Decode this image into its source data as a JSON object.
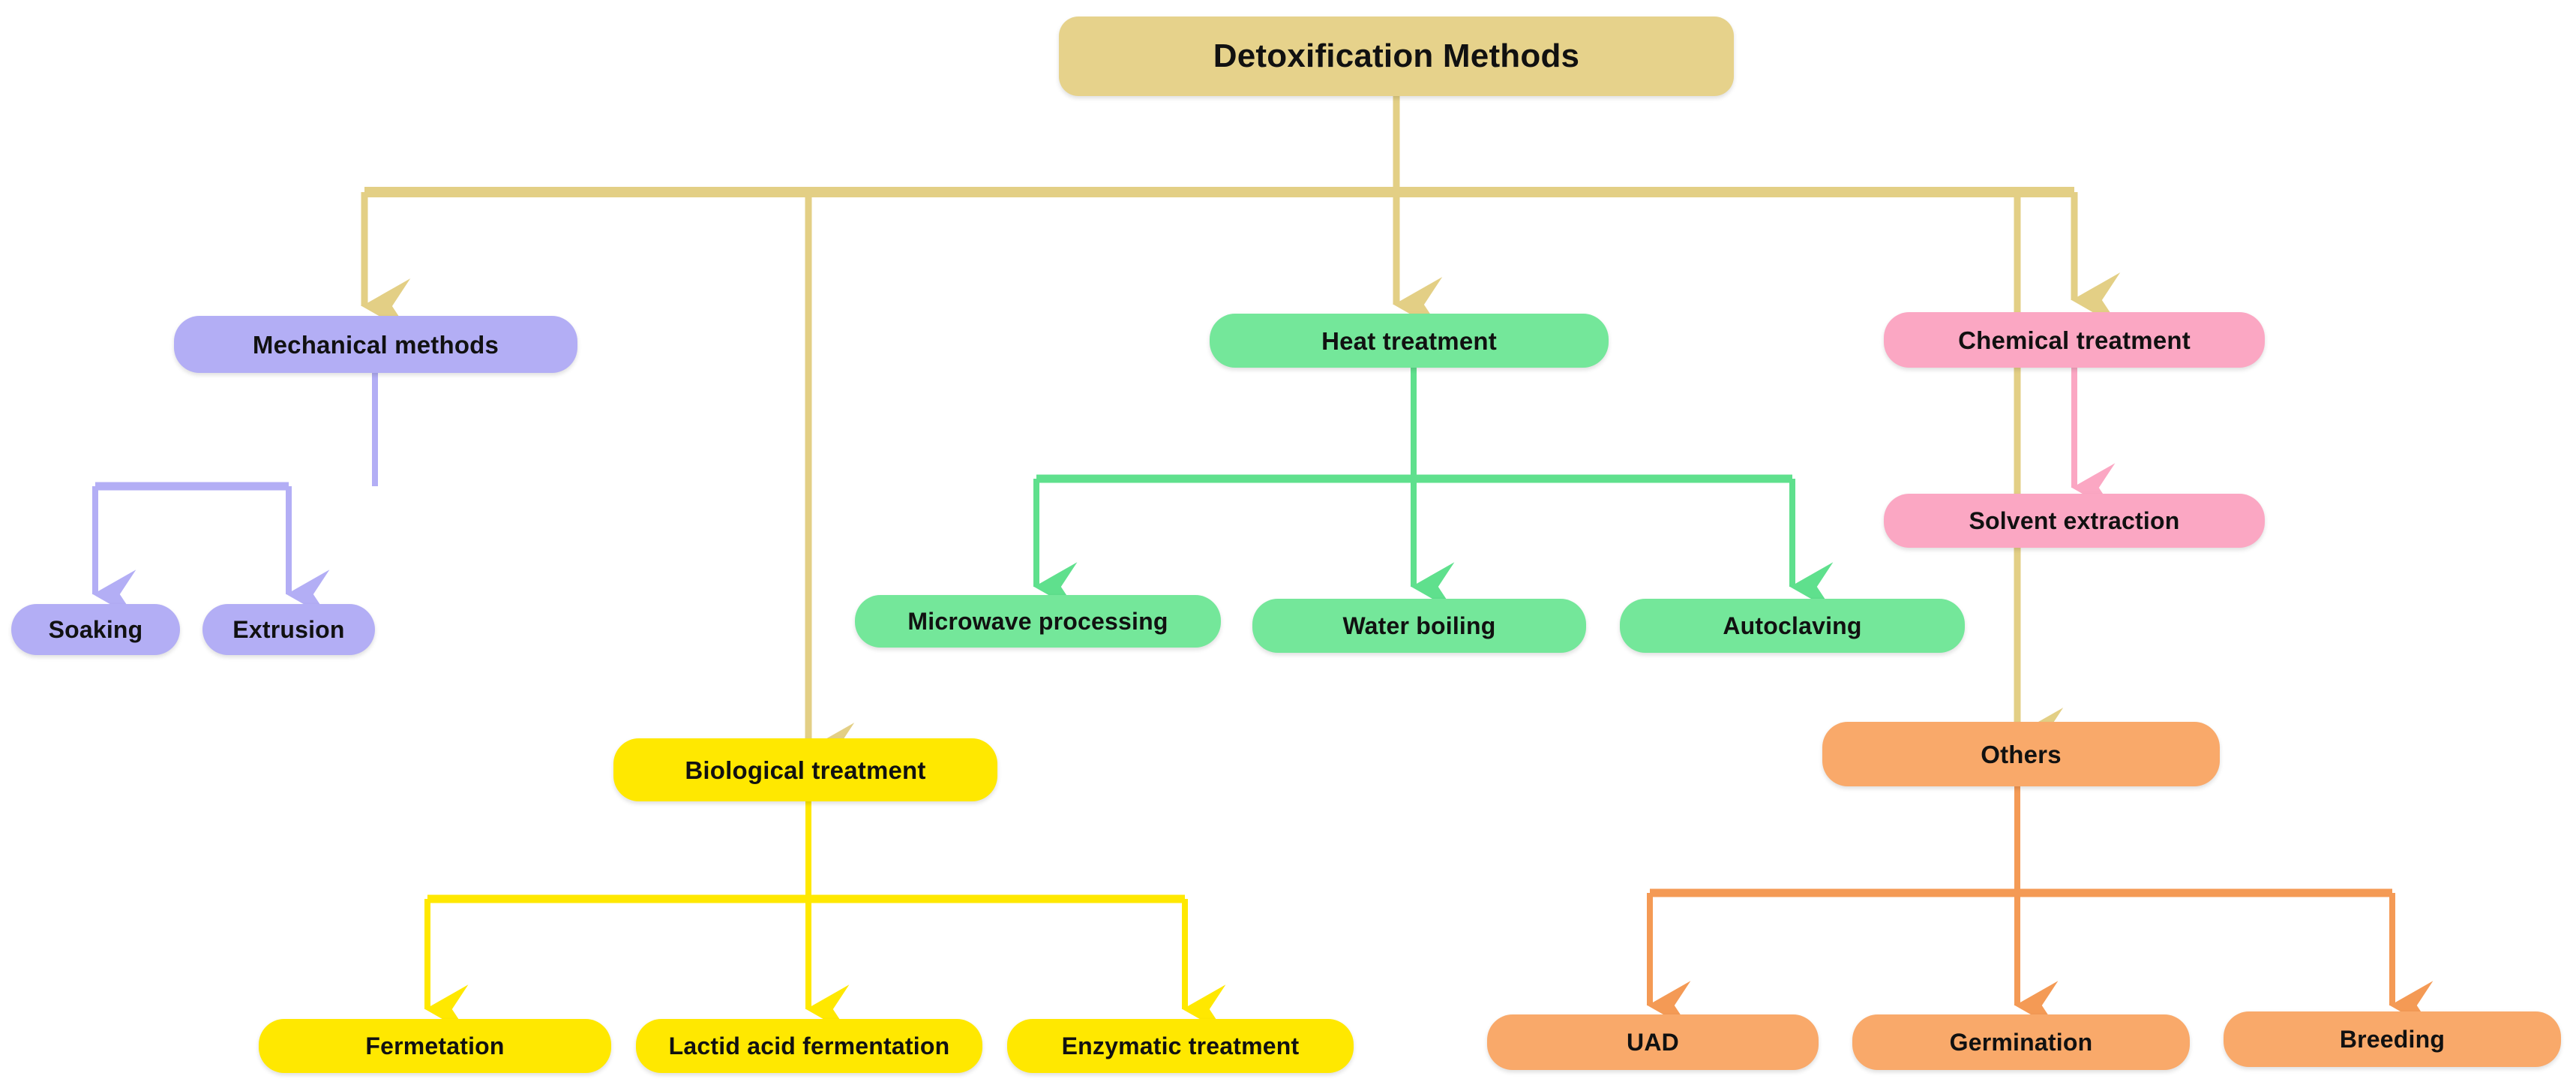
{
  "diagram": {
    "title": "Detoxification Methods",
    "type": "flowchart-tree",
    "background": "#ffffff"
  },
  "palette": {
    "root": "#e6d28b",
    "mechanical": "#b3aef5",
    "heat": "#74e79a",
    "chemical": "#fba7c3",
    "biological": "#ffe800",
    "others": "#f9a96a",
    "text": "#111111"
  },
  "nodes": {
    "root": {
      "label": "Detoxification Methods",
      "color": "#e6d28b"
    },
    "mechanical": {
      "label": "Mechanical methods",
      "color": "#b3aef5"
    },
    "soaking": {
      "label": "Soaking",
      "color": "#b3aef5"
    },
    "extrusion": {
      "label": "Extrusion",
      "color": "#b3aef5"
    },
    "heat": {
      "label": "Heat treatment",
      "color": "#74e79a"
    },
    "microwave": {
      "label": "Microwave processing",
      "color": "#74e79a"
    },
    "water_boiling": {
      "label": "Water boiling",
      "color": "#74e79a"
    },
    "autoclaving": {
      "label": "Autoclaving",
      "color": "#74e79a"
    },
    "chemical": {
      "label": "Chemical treatment",
      "color": "#fba7c3"
    },
    "solvent": {
      "label": "Solvent extraction",
      "color": "#fba7c3"
    },
    "biological": {
      "label": "Biological treatment",
      "color": "#ffe800"
    },
    "fermetation": {
      "label": "Fermetation",
      "color": "#ffe800"
    },
    "lactic": {
      "label": "Lactid acid fermentation",
      "color": "#ffe800"
    },
    "enzymatic": {
      "label": "Enzymatic treatment",
      "color": "#ffe800"
    },
    "others": {
      "label": "Others",
      "color": "#f9a96a"
    },
    "uad": {
      "label": "UAD",
      "color": "#f9a96a"
    },
    "germination": {
      "label": "Germination",
      "color": "#f9a96a"
    },
    "breeding": {
      "label": "Breeding",
      "color": "#f9a96a"
    }
  },
  "hierarchy": {
    "root": "Detoxification Methods",
    "children": [
      {
        "label": "Mechanical methods",
        "children": [
          "Soaking",
          "Extrusion"
        ]
      },
      {
        "label": "Biological treatment",
        "children": [
          "Fermetation",
          "Lactid acid fermentation",
          "Enzymatic treatment"
        ]
      },
      {
        "label": "Heat treatment",
        "children": [
          "Microwave processing",
          "Water boiling",
          "Autoclaving"
        ]
      },
      {
        "label": "Others",
        "children": [
          "UAD",
          "Germination",
          "Breeding"
        ]
      },
      {
        "label": "Chemical treatment",
        "children": [
          "Solvent extraction"
        ]
      }
    ]
  }
}
